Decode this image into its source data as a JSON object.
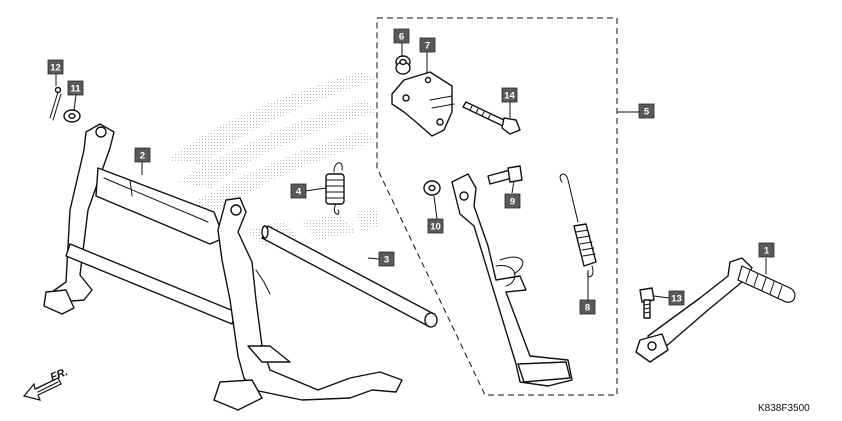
{
  "callouts": [
    {
      "id": "1",
      "label": "1"
    },
    {
      "id": "2",
      "label": "2"
    },
    {
      "id": "3",
      "label": "3"
    },
    {
      "id": "4",
      "label": "4"
    },
    {
      "id": "5",
      "label": "5"
    },
    {
      "id": "6",
      "label": "6"
    },
    {
      "id": "7",
      "label": "7"
    },
    {
      "id": "8",
      "label": "8"
    },
    {
      "id": "9",
      "label": "9"
    },
    {
      "id": "10",
      "label": "10"
    },
    {
      "id": "11",
      "label": "11"
    },
    {
      "id": "12",
      "label": "12"
    },
    {
      "id": "13",
      "label": "13"
    },
    {
      "id": "14",
      "label": "14"
    }
  ],
  "direction_label": "FR.",
  "diagram_code": "K838F3500",
  "watermark": "HONDA wing logo (dotted)"
}
